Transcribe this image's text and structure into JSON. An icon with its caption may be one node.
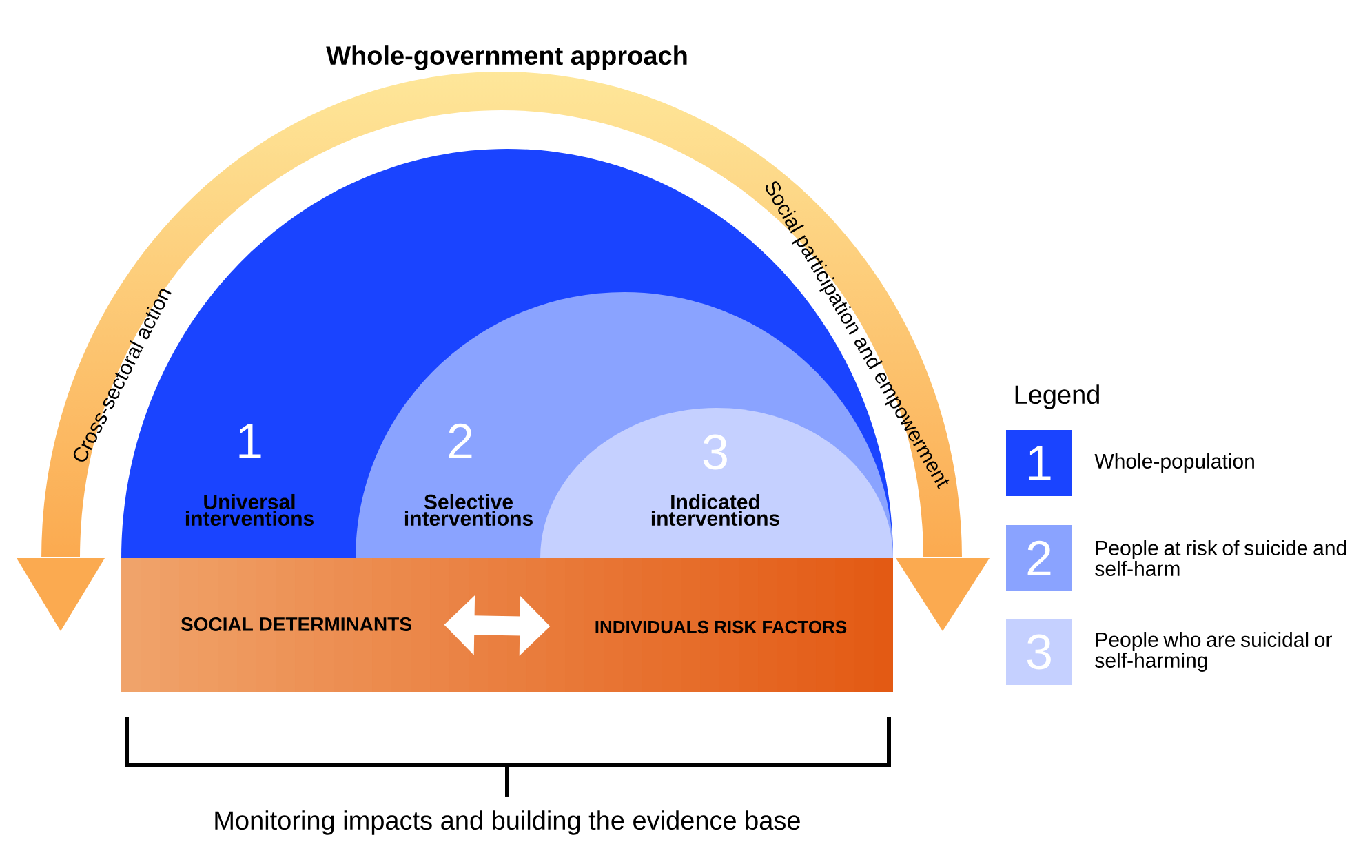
{
  "diagram": {
    "nodes": [
      {
        "text": [
          "1",
          "Universal interventions"
        ]
      },
      {
        "text": [
          "2",
          "Selective interventions"
        ],
        "in": 0
      },
      {
        "text": [
          "3",
          "Indicated interventions"
        ],
        "in": 1
      },
      {
        "text": [],
        "shape": "bar"
      },
      {
        "text": [
          "SOCIAL DETERMINANTS"
        ],
        "in": 3
      },
      {
        "text": [
          "INDIVIDUALS RISK FACTORS"
        ],
        "in": 3
      }
    ],
    "edges": [
      {
        "from": 4,
        "to": 5,
        "arrow": "both"
      }
    ],
    "labels": [
      "Whole-government approach",
      "Cross-sectoral action",
      "Social participation and empowerment",
      "Legend",
      "1",
      "2",
      "3",
      "Monitoring impacts and building the evidence base"
    ],
    "legend": [
      {
        "text": "Whole-population",
        "color": "#1a44ff"
      },
      {
        "text": "People at risk of suicide and self-harm",
        "color": "#8aa3ff"
      },
      {
        "text": "People who are suicidal or self-harming",
        "color": "#c5d0ff"
      }
    ]
  }
}
